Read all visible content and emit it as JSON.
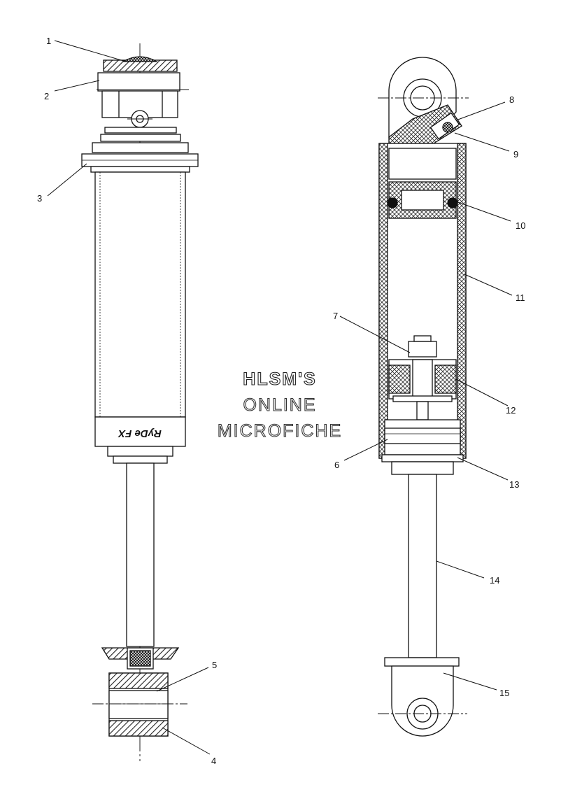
{
  "watermark": {
    "line1": "HLSM'S",
    "line2": "ONLINE",
    "line3": "MICROFICHE"
  },
  "brand_logo_text": "RyDe FX",
  "callouts": [
    {
      "id": "1",
      "label": "1"
    },
    {
      "id": "2",
      "label": "2"
    },
    {
      "id": "3",
      "label": "3"
    },
    {
      "id": "4",
      "label": "4"
    },
    {
      "id": "5",
      "label": "5"
    },
    {
      "id": "6",
      "label": "6"
    },
    {
      "id": "7",
      "label": "7"
    },
    {
      "id": "8",
      "label": "8"
    },
    {
      "id": "9",
      "label": "9"
    },
    {
      "id": "10",
      "label": "10"
    },
    {
      "id": "11",
      "label": "11"
    },
    {
      "id": "12",
      "label": "12"
    },
    {
      "id": "13",
      "label": "13"
    },
    {
      "id": "14",
      "label": "14"
    },
    {
      "id": "15",
      "label": "15"
    }
  ]
}
